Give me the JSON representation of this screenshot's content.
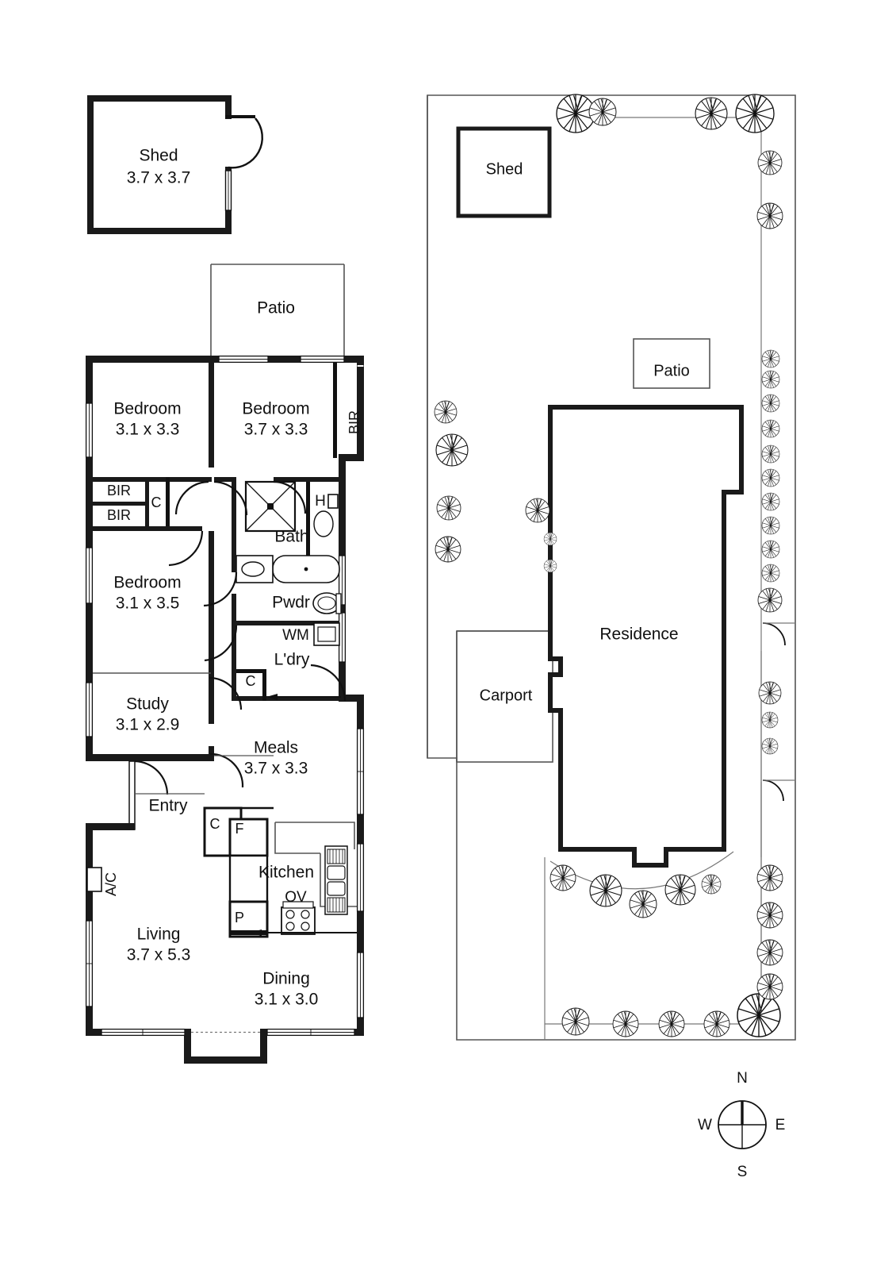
{
  "document": {
    "type": "real-estate-floor-plan",
    "title": "Residential Floor Plan and Site Plan",
    "units": "metres",
    "line_color": "#111111",
    "wall_color": "#1a1a1a",
    "thin_line_color": "#555555",
    "background": "#ffffff"
  },
  "detached_shed": {
    "label": "Shed",
    "dimensions": "3.7 x 3.7",
    "door": "swing-door-right",
    "window": "window-right-wall"
  },
  "floor_plan": {
    "patio": {
      "label": "Patio"
    },
    "rooms": [
      {
        "name": "Bedroom",
        "label": "Bedroom",
        "dimensions": "3.1 x 3.3"
      },
      {
        "name": "Bedroom2",
        "label": "Bedroom",
        "dimensions": "3.7 x 3.3"
      },
      {
        "name": "Bedroom3",
        "label": "Bedroom",
        "dimensions": "3.1 x 3.5"
      },
      {
        "name": "Study",
        "label": "Study",
        "dimensions": "3.1 x 2.9"
      },
      {
        "name": "Meals",
        "label": "Meals",
        "dimensions": "3.7 x 3.3"
      },
      {
        "name": "Living",
        "label": "Living",
        "dimensions": "3.7 x 5.3"
      },
      {
        "name": "Dining",
        "label": "Dining",
        "dimensions": "3.1 x 3.0"
      },
      {
        "name": "Bath",
        "label": "Bath",
        "dimensions": ""
      },
      {
        "name": "Pwdr",
        "label": "Pwdr",
        "dimensions": ""
      },
      {
        "name": "Ldry",
        "label": "L'dry",
        "dimensions": ""
      },
      {
        "name": "Entry",
        "label": "Entry",
        "dimensions": ""
      },
      {
        "name": "Kitchen",
        "label": "Kitchen",
        "dimensions": ""
      }
    ],
    "annotations": {
      "bir_right": "BIR",
      "bir_top": "BIR",
      "bir_bottom": "BIR",
      "closet_hall": "C",
      "closet_ldry": "C",
      "closet_entry": "C",
      "fridge": "F",
      "pantry": "P",
      "oven": "OV",
      "washing_machine": "WM",
      "hot_water": "H",
      "air_conditioner": "A/C"
    }
  },
  "site_plan": {
    "shed": {
      "label": "Shed"
    },
    "patio": {
      "label": "Patio"
    },
    "residence": {
      "label": "Residence"
    },
    "carport": {
      "label": "Carport"
    }
  },
  "compass": {
    "north": "N",
    "south": "S",
    "east": "E",
    "west": "W"
  }
}
